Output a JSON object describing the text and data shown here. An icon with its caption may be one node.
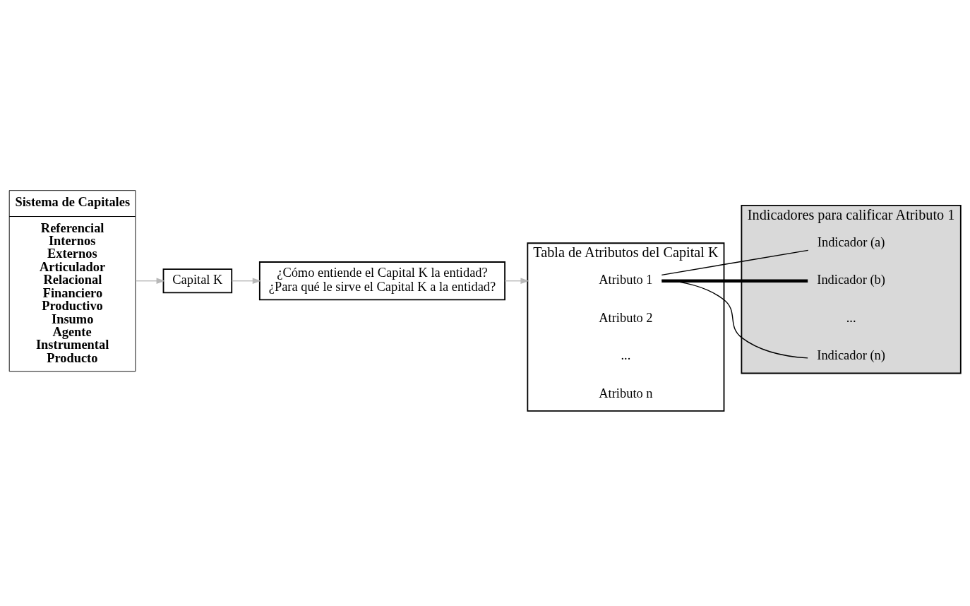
{
  "diagram": {
    "nodes": [
      {
        "text": [
          "Sistema de Capitales",
          "Referencial",
          "Internos",
          "Externos",
          "Articulador",
          "Relacional",
          "Financiero",
          "Productivo",
          "Insumo",
          "Agente",
          "Instrumental",
          "Producto"
        ]
      },
      {
        "text": [
          "Capital K"
        ]
      },
      {
        "text": [
          "¿Cómo entiende el Capital K la entidad?",
          "¿Para qué le sirve el Capital K a la entidad?"
        ]
      },
      {
        "text": [
          "Tabla de Atributos del Capital K"
        ]
      },
      {
        "text": [
          "Atributo 1"
        ],
        "in": 3
      },
      {
        "text": [
          "Atributo 2"
        ],
        "in": 3
      },
      {
        "text": [
          "..."
        ],
        "in": 3
      },
      {
        "text": [
          "Atributo n"
        ],
        "in": 3
      },
      {
        "text": [
          "Indicadores para calificar Atributo 1"
        ]
      },
      {
        "text": [
          "Indicador (a)"
        ],
        "in": 8
      },
      {
        "text": [
          "Indicador (b)"
        ],
        "in": 8
      },
      {
        "text": [
          "..."
        ],
        "in": 8
      },
      {
        "text": [
          "Indicador (n)"
        ],
        "in": 8
      }
    ],
    "edges": [
      {
        "from": 0,
        "to": 1,
        "arrow": "to",
        "color": "#b8b8b8"
      },
      {
        "from": 1,
        "to": 2,
        "arrow": "to",
        "color": "#b8b8b8"
      },
      {
        "from": 2,
        "to": 3,
        "arrow": "to",
        "color": "#b8b8b8"
      },
      {
        "from": 4,
        "to": 9,
        "arrow": "none",
        "color": "#000000"
      },
      {
        "from": 4,
        "to": 10,
        "arrow": "none",
        "style": "thick",
        "color": "#000000"
      },
      {
        "from": 4,
        "to": 12,
        "arrow": "none",
        "color": "#000000"
      }
    ]
  }
}
